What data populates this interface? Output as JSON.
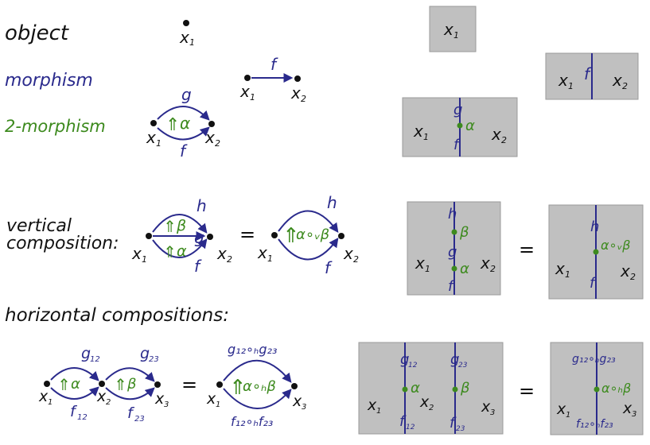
{
  "colors": {
    "black": "#111111",
    "blue": "#2a2a8c",
    "green": "#3d8a1e",
    "grey": "#c0c0c0",
    "grey_stroke": "#9a9a9a"
  },
  "headings": {
    "object": "object",
    "morphism": "morphism",
    "two_morphism": "2-morphism",
    "vertical_line1": "vertical",
    "vertical_line2": "composition:",
    "horizontal": "horizontal compositions:"
  },
  "symbols": {
    "x1": "x",
    "x2": "x",
    "x3": "x",
    "sub1": "1",
    "sub2": "2",
    "sub3": "3",
    "f": "f",
    "g": "g",
    "h": "h",
    "alpha": "α",
    "beta": "β",
    "double_arrow": "⇑",
    "equals": "=",
    "valpha_beta": "α∘ᵥβ",
    "halpha_beta": "α∘ₕβ",
    "f12": "f",
    "f23": "f",
    "g12": "g",
    "g23": "g",
    "sub12": "12",
    "sub23": "23",
    "g12_h_g23": "g₁₂∘ₕg₂₃",
    "f12_h_f23": "f₁₂∘ₕf₂₃"
  }
}
